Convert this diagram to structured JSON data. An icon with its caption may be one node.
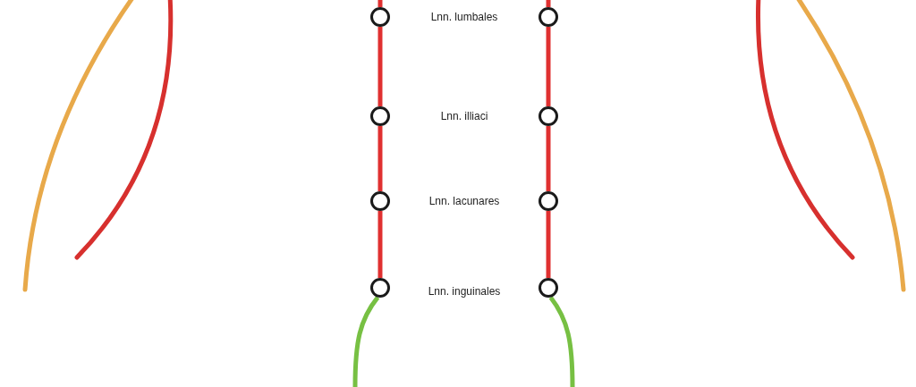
{
  "diagram": {
    "nodes": [
      {
        "text": [],
        "shape": "circle"
      },
      {
        "text": [],
        "shape": "circle"
      },
      {
        "text": [],
        "shape": "circle"
      },
      {
        "text": [],
        "shape": "circle"
      },
      {
        "text": [],
        "shape": "circle"
      },
      {
        "text": [],
        "shape": "circle"
      },
      {
        "text": [],
        "shape": "circle"
      },
      {
        "text": [],
        "shape": "circle"
      }
    ],
    "edges": [
      {
        "from": null,
        "to": 0,
        "arrow": "none"
      },
      {
        "from": 0,
        "to": 2,
        "arrow": "none"
      },
      {
        "from": 2,
        "to": 4,
        "arrow": "none"
      },
      {
        "from": 4,
        "to": 6,
        "arrow": "none"
      },
      {
        "from": null,
        "to": 1,
        "arrow": "none"
      },
      {
        "from": 1,
        "to": 3,
        "arrow": "none"
      },
      {
        "from": 3,
        "to": 5,
        "arrow": "none"
      },
      {
        "from": 5,
        "to": 7,
        "arrow": "none"
      },
      {
        "from": 6,
        "to": null,
        "arrow": "none",
        "color": "#77c043"
      },
      {
        "from": 7,
        "to": null,
        "arrow": "none",
        "color": "#77c043"
      }
    ],
    "labels": [
      "Lnn. lumbales",
      "Lnn. illiaci",
      "Lnn. lacunares",
      "Lnn. inguinales"
    ]
  }
}
